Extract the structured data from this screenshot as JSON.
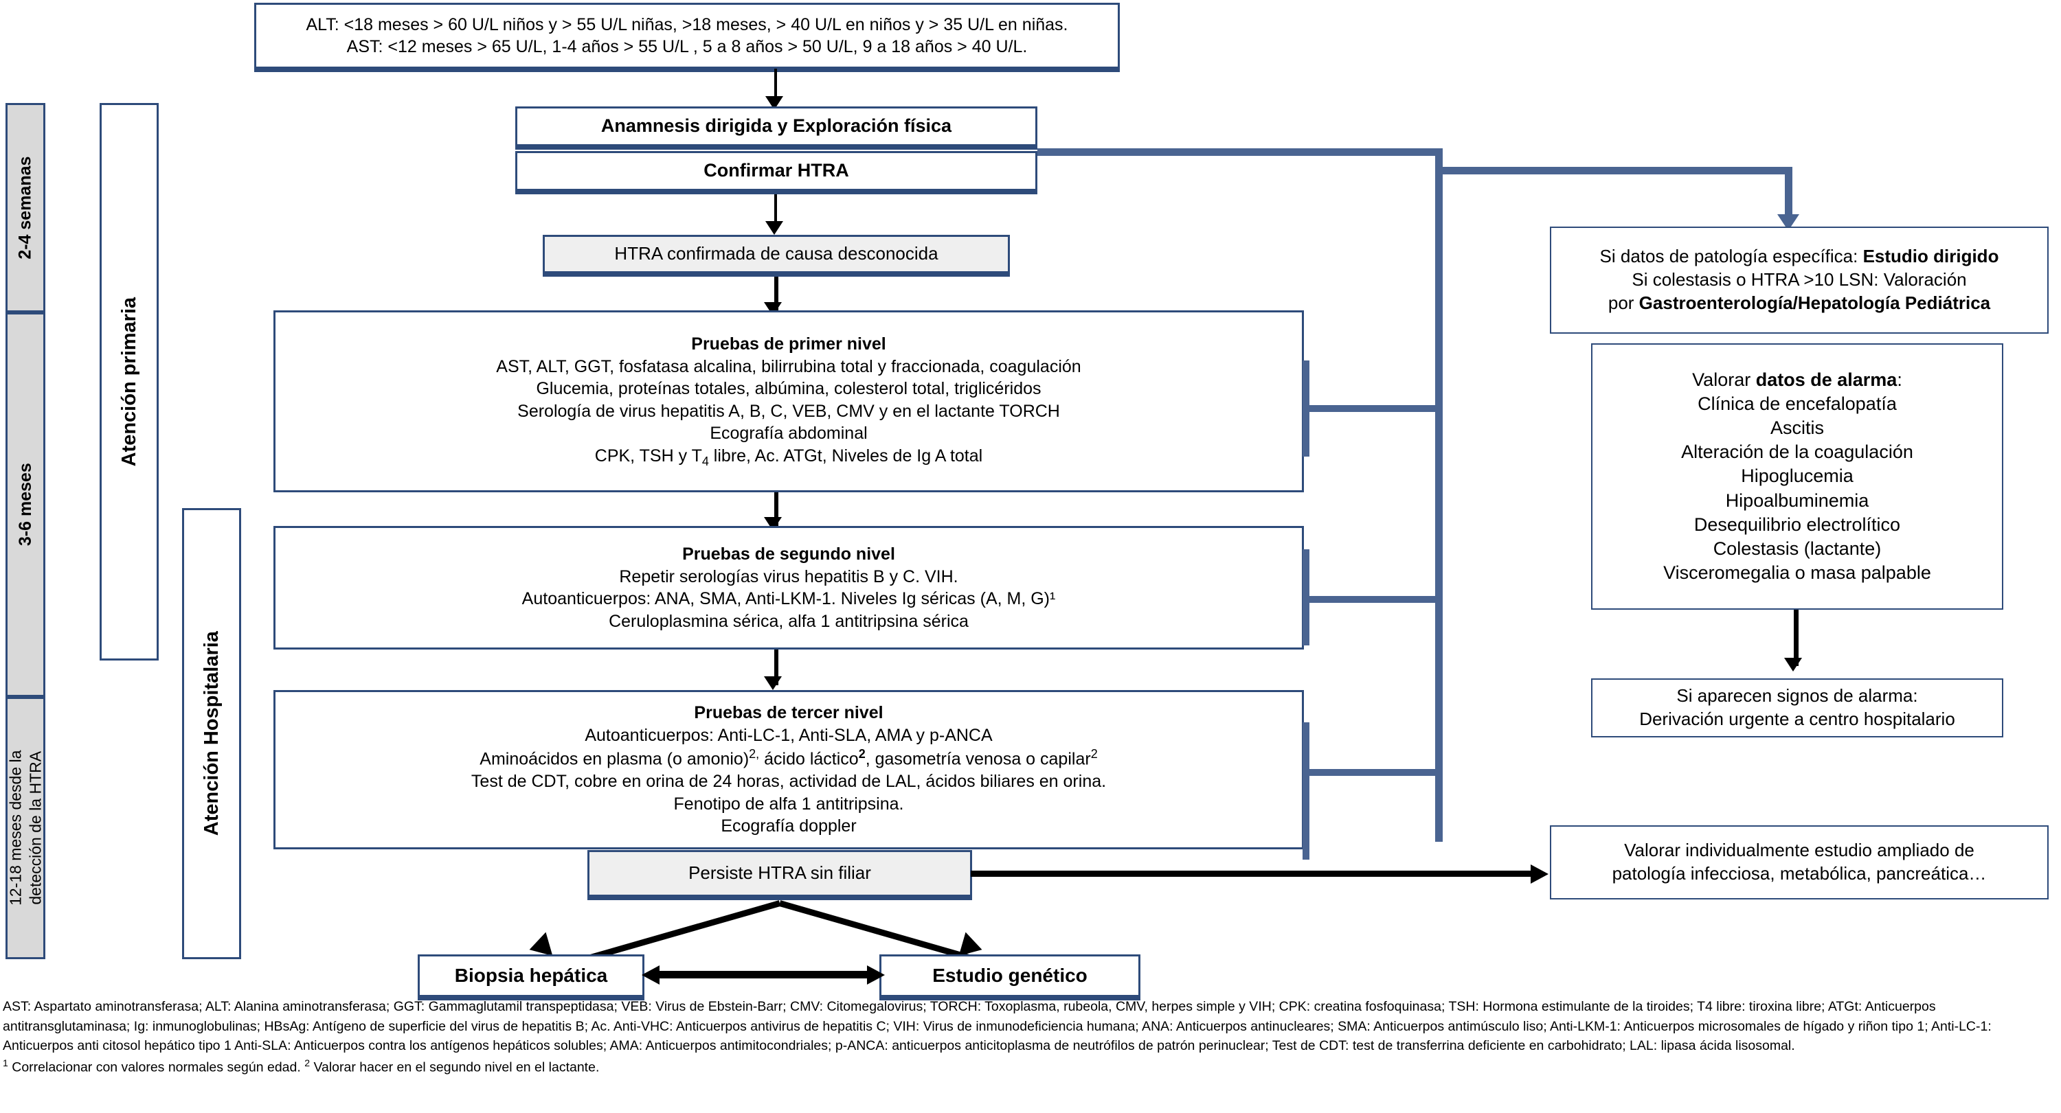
{
  "diagram": {
    "title_box": {
      "line1": "ALT: <18 meses >  60 U/L niños y > 55 U/L niñas, >18 meses,  > 40 U/L en niños y > 35 U/L en niñas.",
      "line2": "AST:  <12 meses > 65 U/L, 1-4 años > 55 U/L , 5 a 8 años > 50 U/L, 9 a 18 años > 40 U/L."
    },
    "timeline_bars": [
      {
        "id": "bar-2-4-semanas",
        "label": "2-4 semanas"
      },
      {
        "id": "bar-3-6-meses",
        "label": "3-6 meses"
      },
      {
        "id": "bar-12-18-meses",
        "label_line1": "12-18 meses desde la",
        "label_line2": "detección  de la HTRA"
      }
    ],
    "care_levels": [
      {
        "id": "atencion-primaria",
        "label": "Atención  primaria"
      },
      {
        "id": "atencion-hospitalaria",
        "label": "Atención  Hospitalaria"
      }
    ],
    "nodes": {
      "anamnesis": "Anamnesis dirigida y Exploración física",
      "confirmar": "Confirmar HTRA",
      "htra_confirmada": "HTRA confirmada de causa desconocida",
      "primer_nivel": {
        "title": "Pruebas de primer nivel",
        "lines": [
          "AST, ALT, GGT, fosfatasa alcalina, bilirrubina total y fraccionada, coagulación",
          "Glucemia, proteínas totales, albúmina, colesterol total, triglicéridos",
          "Serología de virus hepatitis A, B, C, VEB, CMV y en el lactante TORCH",
          "Ecografía abdominal",
          "CPK, TSH y T4 libre, Ac. ATGt, Niveles de Ig A total"
        ]
      },
      "segundo_nivel": {
        "title": "Pruebas de segundo nivel",
        "lines": [
          "Repetir serologías virus hepatitis B y C. VIH.",
          "Autoanticuerpos: ANA, SMA, Anti-LKM-1. Niveles Ig séricas (A, M, G)¹",
          "Ceruloplasmina sérica, alfa 1 antitripsina sérica"
        ]
      },
      "tercer_nivel": {
        "title": "Pruebas de tercer nivel",
        "lines": [
          "Autoanticuerpos: Anti-LC-1, Anti-SLA, AMA y p-ANCA",
          "Aminoácidos en plasma (o amonio)²˒ ácido láctico², gasometría venosa o capilar²",
          "Test de CDT, cobre en orina de 24 horas, actividad de LAL, ácidos biliares en orina.",
          "Fenotipo de alfa 1 antitripsina.",
          "Ecografía doppler"
        ]
      },
      "persiste": "Persiste HTRA sin filiar",
      "biopsia": "Biopsia hepática",
      "genetico": "Estudio genético",
      "estudio_dirigido": {
        "line1_a": "Si datos de patología específica: ",
        "line1_b": "Estudio dirigido",
        "line2": "Si colestasis o HTRA >10 LSN: Valoración",
        "line3_a": "por ",
        "line3_b": "Gastroenterología/Hepatología Pediátrica"
      },
      "datos_alarma": {
        "title_a": "Valorar ",
        "title_b": "datos de alarma",
        "title_c": ":",
        "items": [
          "Clínica de encefalopatía",
          "Ascitis",
          "Alteración de la coagulación",
          "Hipoglucemia",
          "Hipoalbuminemia",
          "Desequilibrio electrolítico",
          "Colestasis (lactante)",
          "Visceromegalia o masa palpable"
        ]
      },
      "signos_alarma": {
        "line1": "Si aparecen signos de alarma:",
        "line2": "Derivación urgente a centro hospitalario"
      },
      "estudio_ampliado": {
        "line1": "Valorar individualmente estudio ampliado de",
        "line2": "patología infecciosa, metabólica, pancreática…"
      }
    },
    "footnotes": {
      "p1": "AST: Aspartato aminotransferasa; ALT: Alanina aminotransferasa; GGT: Gammaglutamil transpeptidasa; VEB: Virus de Ebstein-Barr; CMV: Citomegalovirus; TORCH: Toxoplasma, rubeola, CMV, herpes simple y VIH; CPK: creatina fosfoquinasa; TSH: Hormona estimulante de la tiroides; T4 libre: tiroxina libre; ATGt: Anticuerpos antitransglutaminasa; Ig: inmunoglobulinas; HBsAg: Antígeno de superficie del virus de hepatitis B; Ac. Anti-VHC: Anticuerpos antivirus de hepatitis C; VIH: Virus de inmunodeficiencia humana; ANA: Anticuerpos antinucleares; SMA: Anticuerpos antimúsculo liso; Anti-LKM-1: Anticuerpos microsomales de hígado y riñon tipo 1; Anti-LC-1: Anticuerpos anti citosol hepático tipo 1 Anti-SLA: Anticuerpos contra los antígenos hepáticos solubles; AMA: Anticuerpos antimitocondriales; p-ANCA: anticuerpos anticitoplasma de neutrófilos de patrón perinuclear; Test de CDT: test de transferrina deficiente en carbohidrato; LAL: lipasa ácida lisosomal.",
      "p2_sup1": "1",
      "p2_a": " Correlacionar con valores normales según edad. ",
      "p2_sup2": "2",
      "p2_b": " Valorar hacer en el segundo nivel en el lactante."
    },
    "colors": {
      "border_blue": "#2e4b7a",
      "connector_blue": "#4a6491",
      "gray_fill": "#d9d9d9",
      "light_gray_fill": "#efefef",
      "black": "#000000"
    }
  }
}
